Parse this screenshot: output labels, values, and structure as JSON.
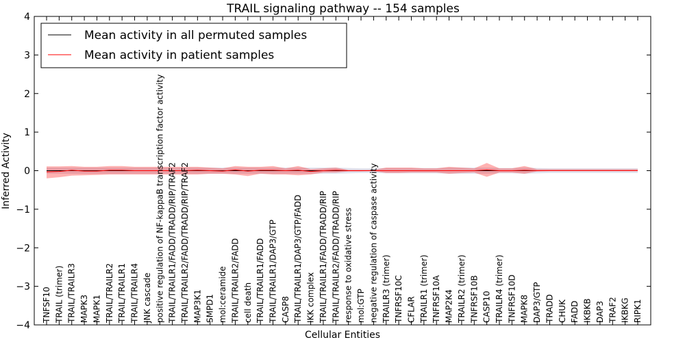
{
  "chart_data": {
    "type": "line",
    "title": "TRAIL signaling pathway -- 154 samples",
    "xlabel": "Cellular Entities",
    "ylabel": "Inferred Activity",
    "ylim": [
      -4,
      4
    ],
    "yticks": [
      "4",
      "3",
      "2",
      "1",
      "0",
      "−1",
      "−2",
      "−3",
      "−4"
    ],
    "legend_position": "top-left",
    "grid": false,
    "categories": [
      "TNFSF10",
      "TRAIL (trimer)",
      "TRAIL/TRAILR3",
      "MAPK3",
      "MAPK1",
      "TRAIL/TRAILR2",
      "TRAIL/TRAILR1",
      "TRAIL/TRAILR4",
      "JNK cascade",
      "positive regulation of NF-kappaB transcription factor activity",
      "TRAIL/TRAILR1/FADD/TRADD/RIP/TRAF2",
      "TRAIL/TRAILR2/FADD/TRADD/RIP/TRAF2",
      "MAP3K1",
      "SMPD1",
      "mol:ceramide",
      "TRAIL/TRAILR2/FADD",
      "cell death",
      "TRAIL/TRAILR1/FADD",
      "TRAIL/TRAILR1/DAP3/GTP",
      "CASP8",
      "TRAIL/TRAILR1/DAP3/GTP/FADD",
      "IKK complex",
      "TRAIL/TRAILR1/FADD/TRADD/RIP",
      "TRAIL/TRAILR2/FADD/TRADD/RIP",
      "response to oxidative stress",
      "mol:GTP",
      "negative regulation of caspase activity",
      "TRAILR3 (trimer)",
      "TNFRSF10C",
      "CFLAR",
      "TRAILR1 (trimer)",
      "TNFRSF10A",
      "MAP2K4",
      "TRAILR2 (trimer)",
      "TNFRSF10B",
      "CASP10",
      "TRAILR4 (trimer)",
      "TNFRSF10D",
      "MAPK8",
      "DAP3/GTP",
      "TRADD",
      "CHUK",
      "FADD",
      "IKBKB",
      "DAP3",
      "TRAF2",
      "IKBKG",
      "RIPK1"
    ],
    "series": [
      {
        "name": "Mean activity in all permuted samples",
        "color": "#000000",
        "values": [
          0,
          0,
          0,
          0,
          0,
          0,
          0,
          0,
          0,
          0,
          0,
          0,
          0,
          0,
          0,
          0,
          0,
          0,
          0,
          0,
          0,
          0,
          0,
          0,
          0,
          0,
          0,
          0,
          0,
          0,
          0,
          0,
          0,
          0,
          0,
          0,
          0,
          0,
          0,
          0,
          0,
          0,
          0,
          0,
          0,
          0,
          0,
          0
        ],
        "band_lower": [
          -0.08,
          -0.08,
          -0.08,
          -0.08,
          -0.08,
          -0.08,
          -0.08,
          -0.08,
          -0.08,
          -0.08,
          -0.08,
          -0.08,
          -0.08,
          -0.08,
          -0.08,
          -0.08,
          -0.08,
          -0.08,
          -0.08,
          -0.08,
          -0.08,
          -0.08,
          -0.08,
          -0.08,
          -0.07,
          -0.06,
          -0.06,
          -0.07,
          -0.07,
          -0.07,
          -0.07,
          -0.07,
          -0.08,
          -0.08,
          -0.08,
          -0.08,
          -0.07,
          -0.07,
          -0.08,
          -0.07,
          -0.06,
          -0.06,
          -0.06,
          -0.06,
          -0.06,
          -0.06,
          -0.06,
          -0.06
        ],
        "band_upper": [
          0.08,
          0.08,
          0.08,
          0.08,
          0.08,
          0.08,
          0.08,
          0.08,
          0.08,
          0.08,
          0.08,
          0.08,
          0.08,
          0.08,
          0.08,
          0.08,
          0.08,
          0.08,
          0.08,
          0.08,
          0.08,
          0.08,
          0.08,
          0.08,
          0.07,
          0.06,
          0.06,
          0.07,
          0.07,
          0.07,
          0.07,
          0.07,
          0.08,
          0.08,
          0.08,
          0.08,
          0.07,
          0.07,
          0.08,
          0.07,
          0.06,
          0.06,
          0.06,
          0.06,
          0.06,
          0.06,
          0.06,
          0.06
        ]
      },
      {
        "name": "Mean activity in patient samples",
        "color": "#ff0000",
        "values": [
          -0.03,
          -0.02,
          0.01,
          -0.01,
          -0.01,
          0.01,
          0.01,
          0,
          0,
          0,
          0,
          0,
          0.01,
          0,
          -0.01,
          0.02,
          -0.01,
          0.01,
          0.01,
          0,
          0.01,
          -0.02,
          0,
          0.01,
          0,
          0,
          0,
          0,
          0,
          0,
          0,
          0,
          0,
          0,
          0,
          0.02,
          0,
          0,
          0.01,
          0,
          0,
          0,
          0,
          0,
          0,
          0,
          0,
          0
        ],
        "band_lower": [
          -0.2,
          -0.17,
          -0.13,
          -0.12,
          -0.11,
          -0.1,
          -0.1,
          -0.1,
          -0.1,
          -0.1,
          -0.1,
          -0.1,
          -0.1,
          -0.08,
          -0.08,
          -0.1,
          -0.14,
          -0.08,
          -0.1,
          -0.1,
          -0.12,
          -0.1,
          -0.05,
          -0.05,
          -0.02,
          -0.02,
          -0.01,
          -0.06,
          -0.06,
          -0.05,
          -0.05,
          -0.05,
          -0.08,
          -0.06,
          -0.05,
          -0.16,
          -0.05,
          -0.05,
          -0.08,
          -0.02,
          -0.01,
          -0.01,
          -0.01,
          -0.01,
          -0.01,
          -0.01,
          -0.01,
          -0.01
        ],
        "band_upper": [
          0.11,
          0.11,
          0.12,
          0.1,
          0.1,
          0.12,
          0.12,
          0.1,
          0.1,
          0.1,
          0.1,
          0.1,
          0.1,
          0.08,
          0.06,
          0.12,
          0.1,
          0.1,
          0.12,
          0.06,
          0.12,
          0.04,
          0.06,
          0.08,
          0.02,
          0.02,
          0.02,
          0.08,
          0.08,
          0.08,
          0.06,
          0.06,
          0.1,
          0.08,
          0.06,
          0.2,
          0.06,
          0.06,
          0.12,
          0.04,
          0.04,
          0.04,
          0.04,
          0.04,
          0.04,
          0.04,
          0.04,
          0.04
        ]
      }
    ]
  }
}
